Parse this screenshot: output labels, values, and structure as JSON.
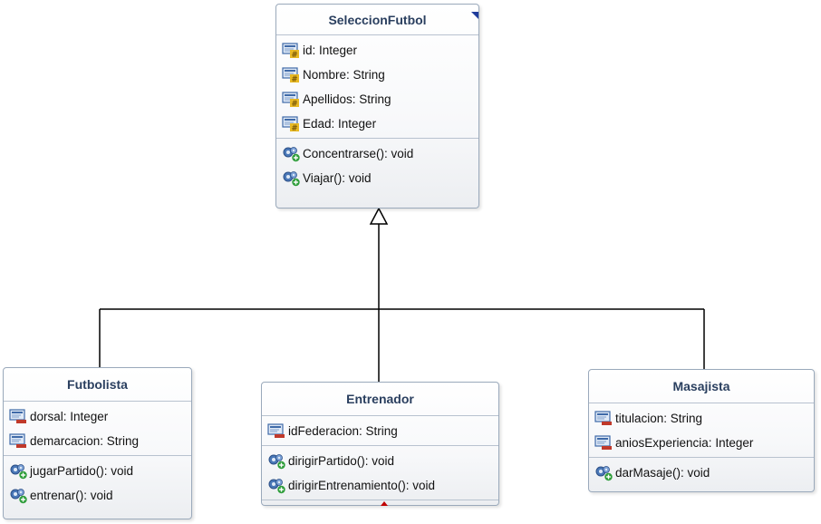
{
  "diagram": {
    "classes": {
      "seleccion": {
        "name": "SeleccionFutbol",
        "attributes": [
          "id: Integer",
          "Nombre: String",
          "Apellidos: String",
          "Edad: Integer"
        ],
        "methods": [
          "Concentrarse(): void",
          "Viajar(): void"
        ]
      },
      "futbolista": {
        "name": "Futbolista",
        "attributes": [
          "dorsal: Integer",
          "demarcacion: String"
        ],
        "methods": [
          "jugarPartido(): void",
          "entrenar(): void"
        ]
      },
      "entrenador": {
        "name": "Entrenador",
        "attributes": [
          "idFederacion: String"
        ],
        "methods": [
          "dirigirPartido(): void",
          "dirigirEntrenamiento(): void"
        ]
      },
      "masajista": {
        "name": "Masajista",
        "attributes": [
          "titulacion: String",
          "aniosExperiencia: Integer"
        ],
        "methods": [
          "darMasaje(): void"
        ]
      }
    }
  },
  "icons": {
    "protected_attribute": "field-protected-icon",
    "private_attribute": "field-private-icon",
    "public_method": "method-public-icon"
  },
  "colors": {
    "title_text": "#2a3f5f",
    "box_border": "#9aa9bb",
    "protected_badge": "#e8b923",
    "private_badge": "#c0392b",
    "method_badge": "#2e9d3a",
    "gear": "#4a78b8"
  }
}
